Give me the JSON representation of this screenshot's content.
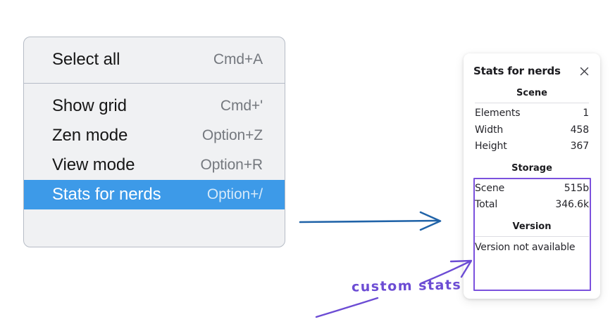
{
  "colors": {
    "menu_background": "#f0f1f3",
    "menu_border": "#b6bcc6",
    "menu_selected": "#3d9ae8",
    "panel_background": "#ffffff",
    "annotation_purple": "#6c4cd4",
    "highlight_purple": "#7b51dd",
    "arrow_blue": "#2063a8"
  },
  "context_menu": {
    "name": "canvas-context-menu",
    "groups": [
      {
        "items": [
          {
            "label": "Select all",
            "shortcut": "Cmd+A",
            "selected": false
          }
        ]
      },
      {
        "items": [
          {
            "label": "Show grid",
            "shortcut": "Cmd+'",
            "selected": false
          },
          {
            "label": "Zen mode",
            "shortcut": "Option+Z",
            "selected": false
          },
          {
            "label": "View mode",
            "shortcut": "Option+R",
            "selected": false
          },
          {
            "label": "Stats for nerds",
            "shortcut": "Option+/",
            "selected": true
          }
        ]
      }
    ]
  },
  "stats_panel": {
    "title": "Stats for nerds",
    "close_icon": "close-icon",
    "groups": [
      {
        "title": "Scene",
        "rows": [
          {
            "key": "Elements",
            "value": "1"
          },
          {
            "key": "Width",
            "value": "458"
          },
          {
            "key": "Height",
            "value": "367"
          }
        ]
      },
      {
        "title": "Storage",
        "rows": [
          {
            "key": "Scene",
            "value": "515b"
          },
          {
            "key": "Total",
            "value": "346.6k"
          }
        ]
      },
      {
        "title": "Version",
        "note": "Version not available",
        "rows": []
      }
    ]
  },
  "annotations": {
    "custom_stats_label": "custom stats",
    "flow_arrow": "arrow-menu-to-panel",
    "callout_arrow": "arrow-custom-stats-to-panel",
    "underline_stroke": "stroke-under-custom-stats"
  }
}
